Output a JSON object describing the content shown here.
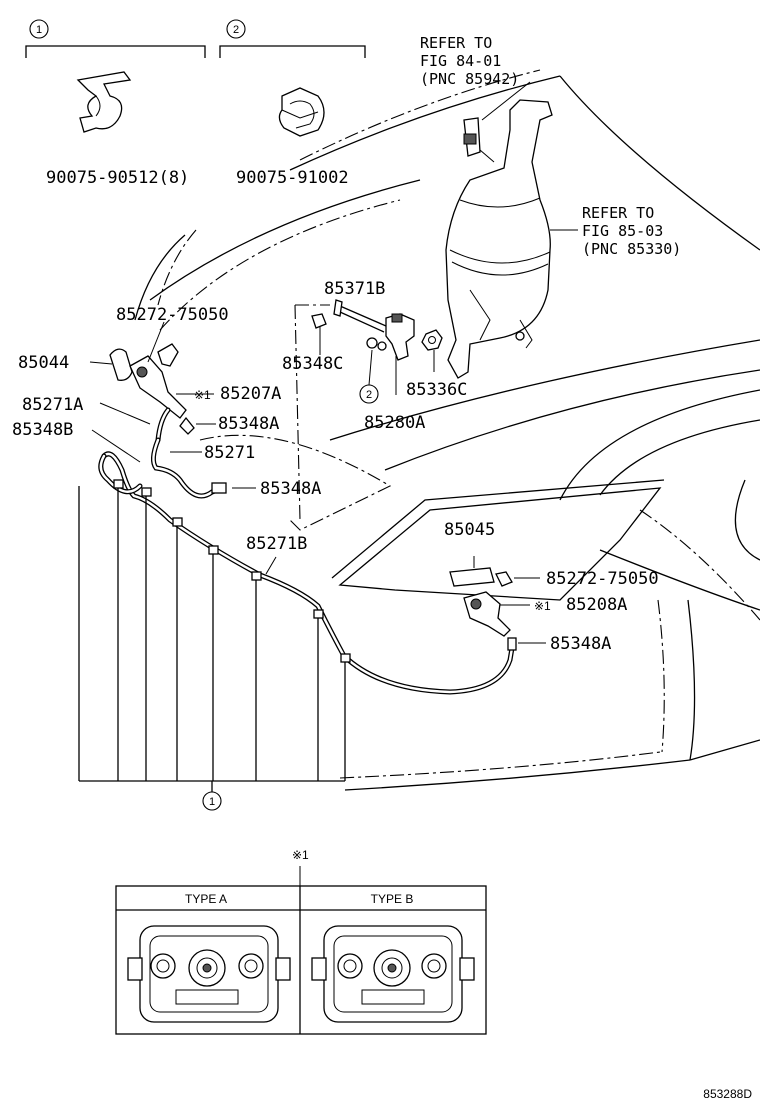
{
  "callouts": {
    "one": "1",
    "two": "2"
  },
  "group1": {
    "number": "1",
    "part": "90075-90512(8)"
  },
  "group2": {
    "number": "2",
    "part": "90075-91002"
  },
  "refs": {
    "fig84": [
      "REFER TO",
      "FIG 84-01",
      "(PNC 85942)"
    ],
    "fig85": [
      "REFER TO",
      "FIG 85-03",
      "(PNC 85330)"
    ]
  },
  "parts": {
    "p85371B": "85371B",
    "p85348C": "85348C",
    "p85336C": "85336C",
    "p85280A": "85280A",
    "p85272_left": "85272-75050",
    "p85044": "85044",
    "p85207A": "85207A",
    "p85271A": "85271A",
    "p85348A_1": "85348A",
    "p85348B": "85348B",
    "p85271": "85271",
    "p85348A_2": "85348A",
    "p85271B": "85271B",
    "p85045": "85045",
    "p85272_right": "85272-75050",
    "p85208A": "85208A",
    "p85348A_3": "85348A"
  },
  "note_mark": "※1",
  "inset": {
    "mark": "※1",
    "type_a": "TYPE A",
    "type_b": "TYPE B"
  },
  "footer_code": "853288D"
}
